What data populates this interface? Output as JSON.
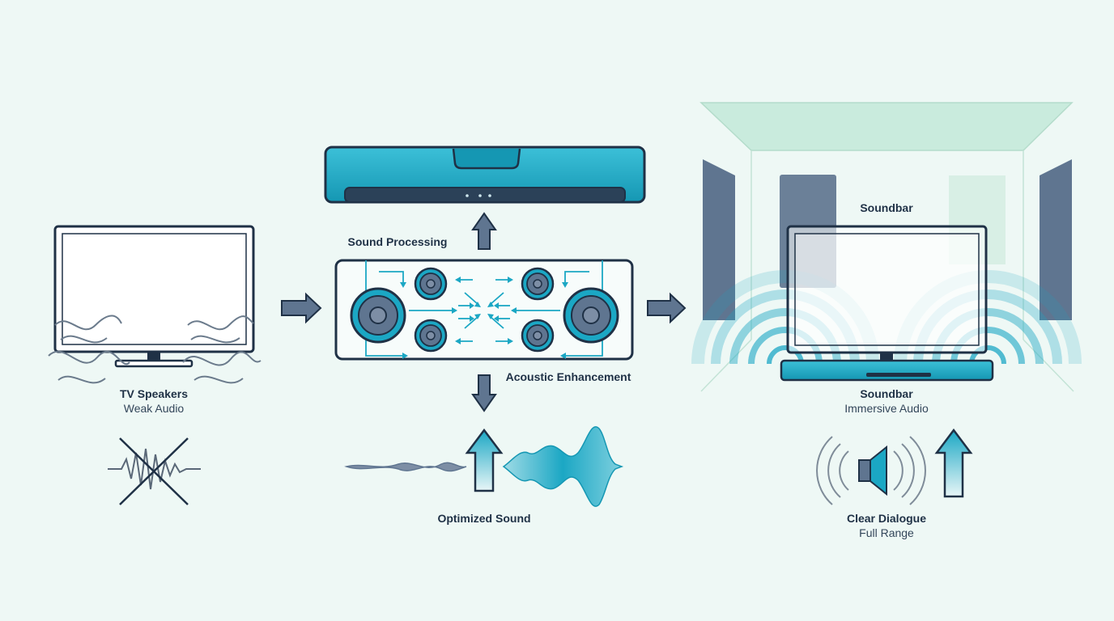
{
  "labels": {
    "tv_title": "TV Speakers",
    "tv_subtitle": "Weak Audio",
    "processing": "Sound Processing",
    "enhancement": "Acoustic Enhancement",
    "optimized": "Optimized Sound",
    "room_soundbar": "Soundbar",
    "result_title": "Soundbar",
    "result_subtitle": "Immersive Audio",
    "dialogue_title": "Clear Dialogue",
    "dialogue_subtitle": "Full Range"
  },
  "colors": {
    "background": "#eef8f5",
    "outline": "#1f3146",
    "accent": "#1ba7c4",
    "slate": "#5f7590",
    "mint": "#bfe6d6"
  },
  "icons": [
    "tv-icon",
    "soundbar-icon",
    "speaker-driver-icon",
    "arrow-right-icon",
    "arrow-up-icon",
    "arrow-down-icon",
    "sound-wave-icon",
    "volume-speaker-icon",
    "cross-icon"
  ]
}
